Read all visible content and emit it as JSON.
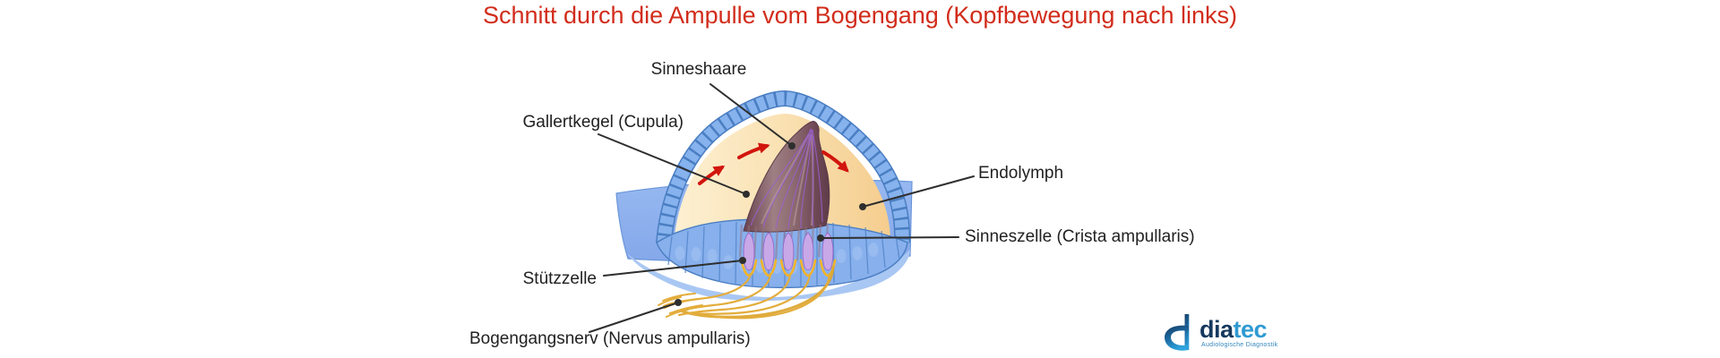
{
  "title": {
    "text": "Schnitt durch die Ampulle vom Bogengang (Kopfbewegung nach links)",
    "color": "#d22c1b"
  },
  "diagram": {
    "type": "labeled-anatomy-diagram",
    "subject": "Ampulla of semicircular canal (cross-section), head movement to the left",
    "labels": {
      "sinneshaare": "Sinneshaare",
      "gallertkegel": "Gallertkegel (Cupula)",
      "endolymph": "Endolymph",
      "sinneszelle": "Sinneszelle (Crista ampullaris)",
      "stuetzzelle": "Stützzelle",
      "bogengangsnerv": "Bogengangsnerv (Nervus ampullaris)"
    },
    "palette": {
      "band_blue": "#8fb2ee",
      "wall_cell_blue": "#86b2ed",
      "wall_cell_outline": "#4a7ec2",
      "endolymph_cream_left": "#fdeecd",
      "endolymph_cream_right": "#f5cd8e",
      "cupula_brown": "#8a686f",
      "cupula_streak_purple": "#9a5fd0",
      "hair_cell_purple": "#c9a8e8",
      "nerve_yellow": "#e2ab38",
      "arrow_red": "#d2150d",
      "leader_line": "#2e2e2e",
      "label_text": "#212121"
    }
  },
  "logo": {
    "brand_dark": "dia",
    "brand_light": "tec",
    "tagline": "Audiologische Diagnostik",
    "color_dark": "#16395e",
    "color_light": "#2f9ad2"
  }
}
